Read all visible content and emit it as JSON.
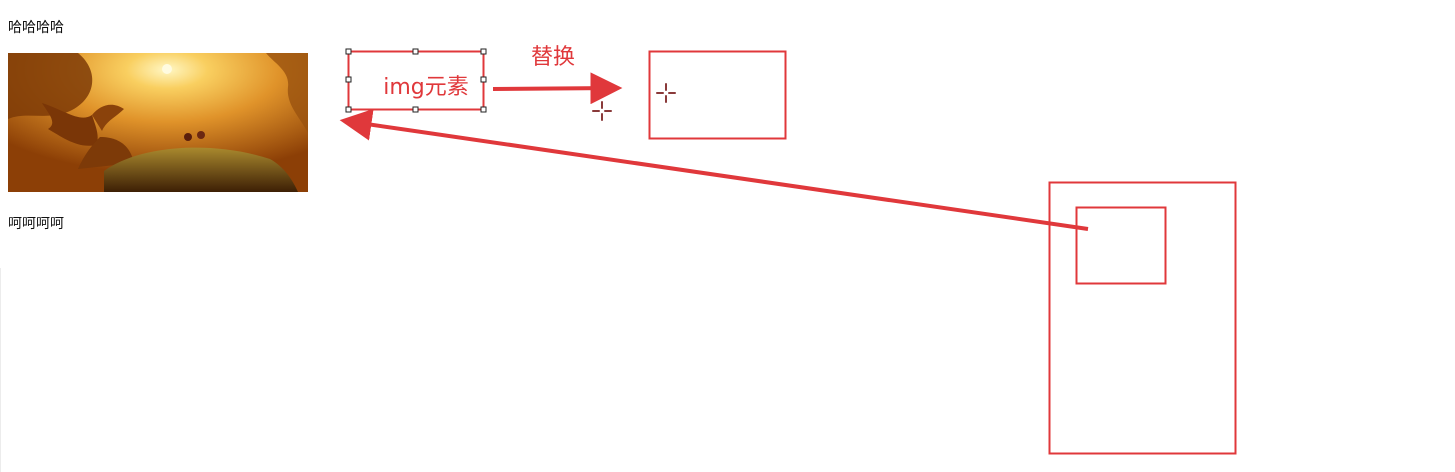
{
  "page": {
    "text_top": "哈哈哈哈",
    "text_bottom": "呵呵呵呵"
  },
  "annotation": {
    "selected_box_label": "img元素",
    "replace_label": "替换",
    "stroke_color": "#e0383b"
  },
  "icons": {
    "move_cursor": "move-cursor-icon",
    "resize_handle": "resize-handle-icon"
  }
}
